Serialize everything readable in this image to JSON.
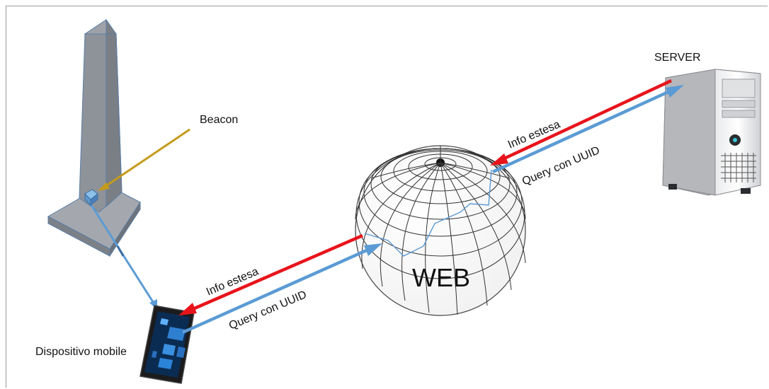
{
  "labels": {
    "beacon": "Beacon",
    "server": "SERVER",
    "web": "WEB",
    "mobile": "Dispositivo mobile",
    "info_left": "Info estesa",
    "query_left": "Query con UUID",
    "info_right": "Info estesa",
    "query_right": "Query con UUID"
  },
  "colors": {
    "info_arrow": "#e8141b",
    "query_arrow": "#5b9bd5",
    "beacon_arrow": "#c49a1a",
    "obelisk": "#8c9097",
    "globe_lines": "#333333"
  },
  "icons": {
    "obelisk": "obelisk-monument",
    "beacon": "beacon-device",
    "globe": "wireframe-globe",
    "server": "tower-server",
    "tablet": "tablet-device"
  }
}
